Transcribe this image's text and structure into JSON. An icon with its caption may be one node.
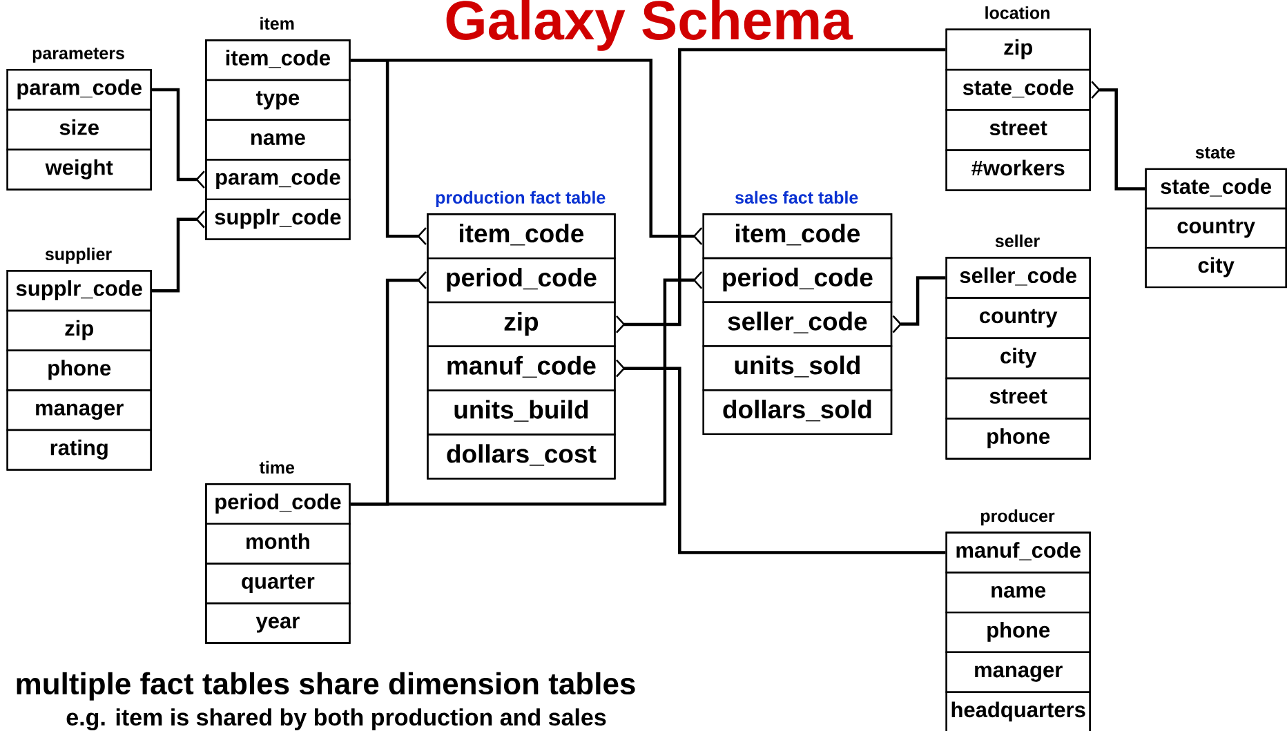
{
  "diagram": {
    "title": "Galaxy Schema",
    "nodes": [
      {
        "text": [
          "parameters"
        ]
      },
      {
        "text": [
          "param_code"
        ],
        "in": 0
      },
      {
        "text": [
          "size"
        ],
        "in": 0
      },
      {
        "text": [
          "weight"
        ],
        "in": 0
      },
      {
        "text": [
          "item"
        ]
      },
      {
        "text": [
          "item_code"
        ],
        "in": 4
      },
      {
        "text": [
          "type"
        ],
        "in": 4
      },
      {
        "text": [
          "name"
        ],
        "in": 4
      },
      {
        "text": [
          "param_code"
        ],
        "in": 4
      },
      {
        "text": [
          "supplr_code"
        ],
        "in": 4
      },
      {
        "text": [
          "supplier"
        ]
      },
      {
        "text": [
          "supplr_code"
        ],
        "in": 10
      },
      {
        "text": [
          "zip"
        ],
        "in": 10
      },
      {
        "text": [
          "phone"
        ],
        "in": 10
      },
      {
        "text": [
          "manager"
        ],
        "in": 10
      },
      {
        "text": [
          "rating"
        ],
        "in": 10
      },
      {
        "text": [
          "time"
        ]
      },
      {
        "text": [
          "period_code"
        ],
        "in": 16
      },
      {
        "text": [
          "month"
        ],
        "in": 16
      },
      {
        "text": [
          "quarter"
        ],
        "in": 16
      },
      {
        "text": [
          "year"
        ],
        "in": 16
      },
      {
        "text": [
          "production fact table"
        ]
      },
      {
        "text": [
          "item_code"
        ],
        "in": 21
      },
      {
        "text": [
          "period_code"
        ],
        "in": 21
      },
      {
        "text": [
          "zip"
        ],
        "in": 21
      },
      {
        "text": [
          "manuf_code"
        ],
        "in": 21
      },
      {
        "text": [
          "units_build"
        ],
        "in": 21
      },
      {
        "text": [
          "dollars_cost"
        ],
        "in": 21
      },
      {
        "text": [
          "sales fact table"
        ]
      },
      {
        "text": [
          "item_code"
        ],
        "in": 28
      },
      {
        "text": [
          "period_code"
        ],
        "in": 28
      },
      {
        "text": [
          "seller_code"
        ],
        "in": 28
      },
      {
        "text": [
          "units_sold"
        ],
        "in": 28
      },
      {
        "text": [
          "dollars_sold"
        ],
        "in": 28
      },
      {
        "text": [
          "location"
        ]
      },
      {
        "text": [
          "zip"
        ],
        "in": 34
      },
      {
        "text": [
          "state_code"
        ],
        "in": 34
      },
      {
        "text": [
          "street"
        ],
        "in": 34
      },
      {
        "text": [
          "#workers"
        ],
        "in": 34
      },
      {
        "text": [
          "seller"
        ]
      },
      {
        "text": [
          "seller_code"
        ],
        "in": 39
      },
      {
        "text": [
          "country"
        ],
        "in": 39
      },
      {
        "text": [
          "city"
        ],
        "in": 39
      },
      {
        "text": [
          "street"
        ],
        "in": 39
      },
      {
        "text": [
          "phone"
        ],
        "in": 39
      },
      {
        "text": [
          "state"
        ]
      },
      {
        "text": [
          "state_code"
        ],
        "in": 45
      },
      {
        "text": [
          "country"
        ],
        "in": 45
      },
      {
        "text": [
          "city"
        ],
        "in": 45
      },
      {
        "text": [
          "producer"
        ]
      },
      {
        "text": [
          "manuf_code"
        ],
        "in": 49
      },
      {
        "text": [
          "name"
        ],
        "in": 49
      },
      {
        "text": [
          "phone"
        ],
        "in": 49
      },
      {
        "text": [
          "manager"
        ],
        "in": 49
      },
      {
        "text": [
          "headquarters"
        ],
        "in": 49
      }
    ],
    "edges": [
      {
        "from": 1,
        "to": 8,
        "arrow": "other"
      },
      {
        "from": 11,
        "to": 9,
        "arrow": "other"
      },
      {
        "from": 5,
        "to": 22,
        "arrow": "other"
      },
      {
        "from": 5,
        "to": 29,
        "arrow": "other"
      },
      {
        "from": 17,
        "to": 23,
        "arrow": "other"
      },
      {
        "from": 17,
        "to": 30,
        "arrow": "other"
      },
      {
        "from": 35,
        "to": 24,
        "arrow": "other"
      },
      {
        "from": 50,
        "to": 25,
        "arrow": "other"
      },
      {
        "from": 40,
        "to": 31,
        "arrow": "other"
      },
      {
        "from": 46,
        "to": 36,
        "arrow": "other"
      }
    ],
    "labels": [
      "multiple fact tables share dimension tables",
      "e.g. item is shared by both production and sales"
    ]
  }
}
